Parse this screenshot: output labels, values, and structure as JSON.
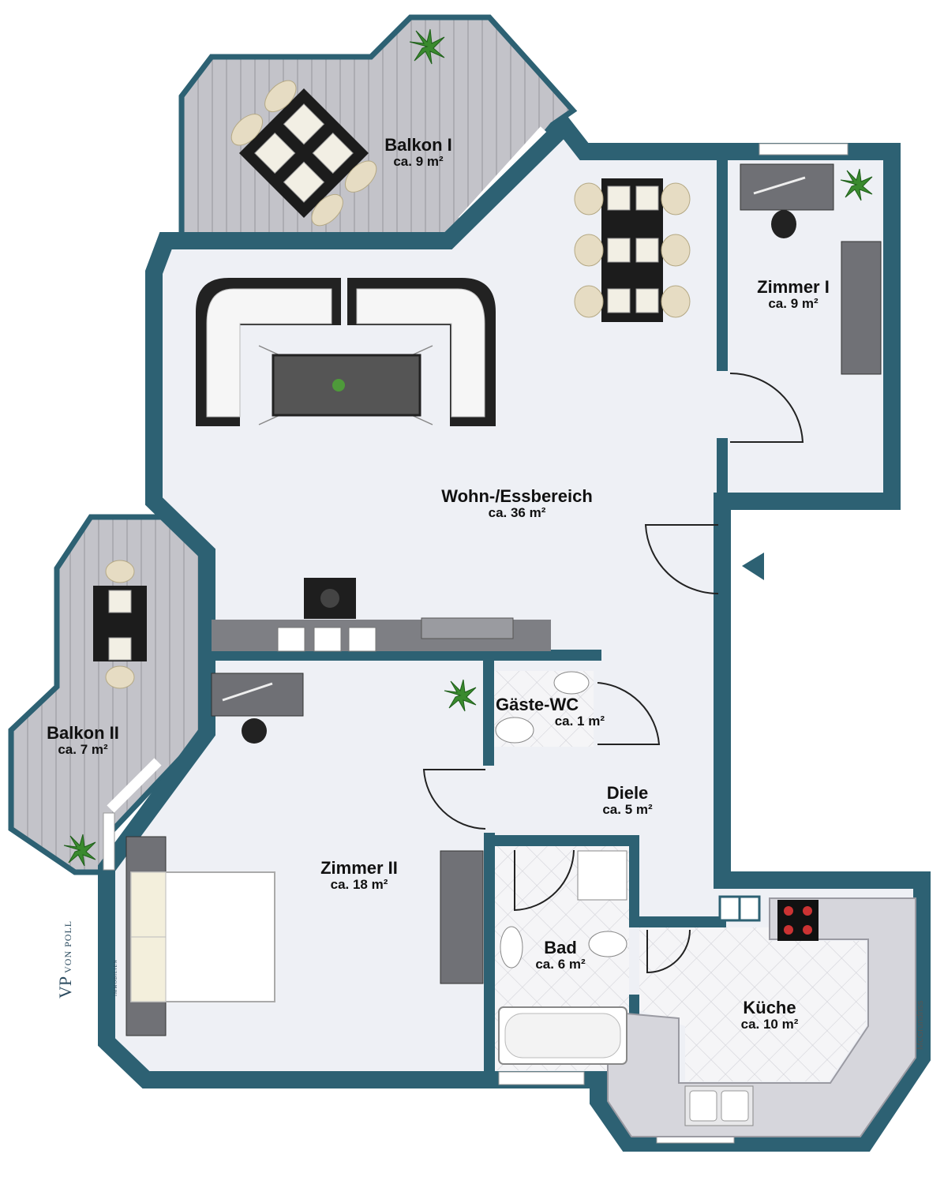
{
  "rooms": [
    {
      "key": "balkon1",
      "name": "Balkon I",
      "area": "ca. 9 m²"
    },
    {
      "key": "zimmer1",
      "name": "Zimmer I",
      "area": "ca. 9 m²"
    },
    {
      "key": "wohn",
      "name": "Wohn-/Essbereich",
      "area": "ca. 36 m²"
    },
    {
      "key": "balkon2",
      "name": "Balkon II",
      "area": "ca. 7 m²"
    },
    {
      "key": "gaeste",
      "name": "Gäste-WC",
      "area": "ca. 1 m²"
    },
    {
      "key": "diele",
      "name": "Diele",
      "area": "ca. 5 m²"
    },
    {
      "key": "zimmer2",
      "name": "Zimmer II",
      "area": "ca. 18 m²"
    },
    {
      "key": "bad",
      "name": "Bad",
      "area": "ca. 6 m²"
    },
    {
      "key": "kueche",
      "name": "Küche",
      "area": "ca. 10 m²"
    }
  ],
  "branding": {
    "logo_mark": "VP",
    "logo_name": "VON POLL",
    "logo_sub": "IMMOBILIEN",
    "credit": "McGrundriss"
  },
  "colors": {
    "wall": "#2d6173",
    "floor": "#eef0f5",
    "deck": "#bcbcc2",
    "tile": "#f4f4f6"
  },
  "icons": {
    "entrance": "entrance-arrow-icon",
    "plant": "plant-icon"
  }
}
